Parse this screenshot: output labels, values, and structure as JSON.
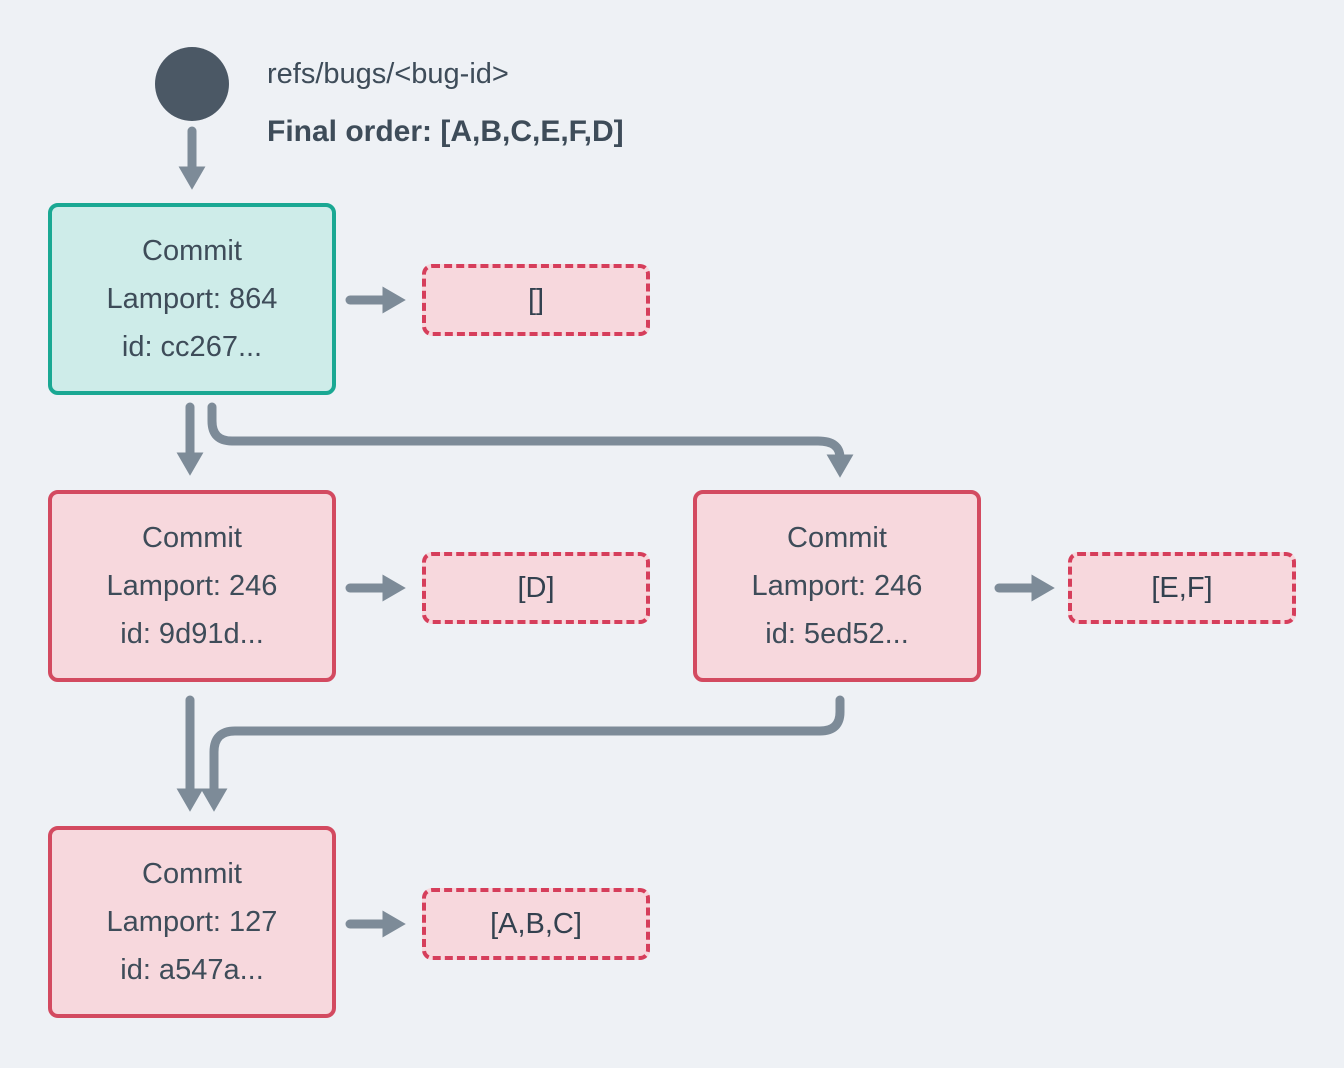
{
  "header": {
    "ref": "refs/bugs/<bug-id>",
    "final_order": "Final order: [A,B,C,E,F,D]"
  },
  "nodes": {
    "root": {
      "title": "Commit",
      "lamport": "Lamport: 864",
      "id_line": "id: cc267..."
    },
    "left": {
      "title": "Commit",
      "lamport": "Lamport: 246",
      "id_line": "id: 9d91d..."
    },
    "right": {
      "title": "Commit",
      "lamport": "Lamport: 246",
      "id_line": "id: 5ed52..."
    },
    "bottom": {
      "title": "Commit",
      "lamport": "Lamport: 127",
      "id_line": "id: a547a..."
    }
  },
  "ops": {
    "root": "[]",
    "left": "[D]",
    "right": "[E,F]",
    "bottom": "[A,B,C]"
  },
  "edges": [
    {
      "from": "ref-head",
      "to": "commit-root"
    },
    {
      "from": "commit-root",
      "to": "ops-root"
    },
    {
      "from": "commit-root",
      "to": "commit-left"
    },
    {
      "from": "commit-root",
      "to": "commit-right"
    },
    {
      "from": "commit-left",
      "to": "ops-left"
    },
    {
      "from": "commit-right",
      "to": "ops-right"
    },
    {
      "from": "commit-left",
      "to": "commit-bottom"
    },
    {
      "from": "commit-right",
      "to": "commit-bottom"
    },
    {
      "from": "commit-bottom",
      "to": "ops-bottom"
    }
  ],
  "colors": {
    "background": "#eef1f5",
    "text": "#3e4c59",
    "circle": "#4b5865",
    "arrow": "#7d8b98",
    "teal_border": "#1aa893",
    "teal_fill": "#ceece9",
    "rose_border": "#d34a60",
    "rose_dashed_border": "#d63e5b",
    "rose_fill": "#f7d8dd"
  }
}
